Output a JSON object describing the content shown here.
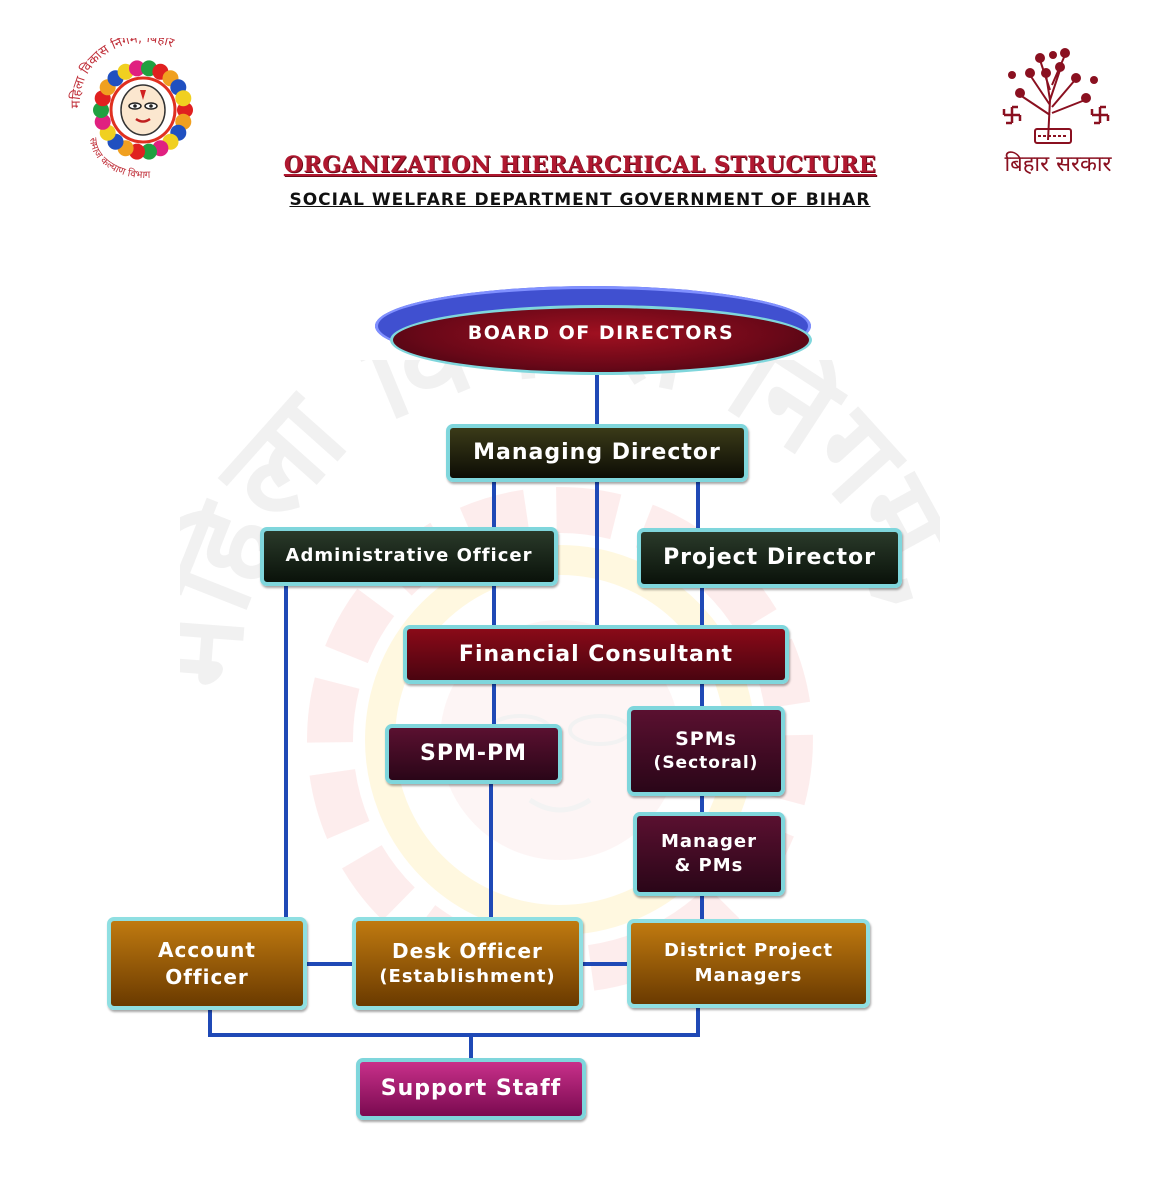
{
  "header": {
    "title": "ORGANIZATION HIERARCHICAL STRUCTURE",
    "subtitle": "SOCIAL WELFARE DEPARTMENT GOVERNMENT OF BIHAR",
    "right_logo_caption": "बिहार सरकार",
    "left_logo_text": "महिला विकास निगम, बिहार · समाज कल्याण विभाग"
  },
  "watermark_text": "महिला विकास निगम, बिहार",
  "org": {
    "board": "BOARD OF DIRECTORS",
    "md": "Managing Director",
    "admin_officer": "Administrative Officer",
    "project_director": "Project Director",
    "financial_consultant": "Financial Consultant",
    "spm_pm": "SPM-PM",
    "spms_line1": "SPMs",
    "spms_line2": "(Sectoral)",
    "manager_line1": "Manager",
    "manager_line2": "& PMs",
    "account_line1": "Account",
    "account_line2": "Officer",
    "desk_line1": "Desk Officer",
    "desk_line2": "(Establishment)",
    "dpm_line1": "District Project",
    "dpm_line2": "Managers",
    "support_staff": "Support Staff"
  },
  "colors": {
    "connector": "#1f49b6",
    "box_border": "#7fd6dc",
    "title": "#b01830"
  }
}
